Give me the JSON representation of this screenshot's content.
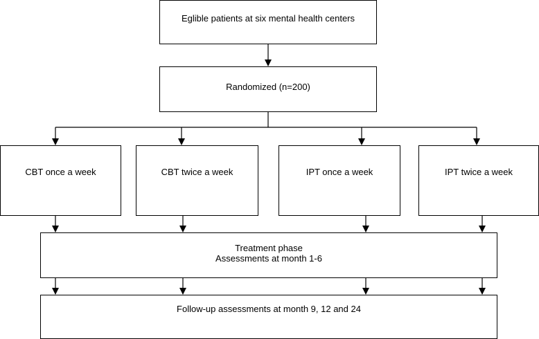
{
  "diagram": {
    "nodes": {
      "eligible": "Eglible patients at six mental health centers",
      "randomized": "Randomized (n=200)",
      "arms": [
        "CBT once a week",
        "CBT twice a week",
        "IPT once a week",
        "IPT twice a week"
      ],
      "treatment": {
        "line1": "Treatment phase",
        "line2": "Assessments at month 1-6"
      },
      "followup": "Follow-up assessments at month 9, 12 and 24"
    },
    "edges": [
      {
        "from": "eligible",
        "to": "randomized"
      },
      {
        "from": "randomized",
        "to": "arm-1"
      },
      {
        "from": "randomized",
        "to": "arm-2"
      },
      {
        "from": "randomized",
        "to": "arm-3"
      },
      {
        "from": "randomized",
        "to": "arm-4"
      },
      {
        "from": "arm-1",
        "to": "treatment"
      },
      {
        "from": "arm-2",
        "to": "treatment"
      },
      {
        "from": "arm-3",
        "to": "treatment"
      },
      {
        "from": "arm-4",
        "to": "treatment"
      },
      {
        "from": "treatment",
        "to": "followup"
      }
    ],
    "colors": {
      "stroke": "#000000",
      "fill": "#ffffff",
      "text": "#000000"
    }
  }
}
